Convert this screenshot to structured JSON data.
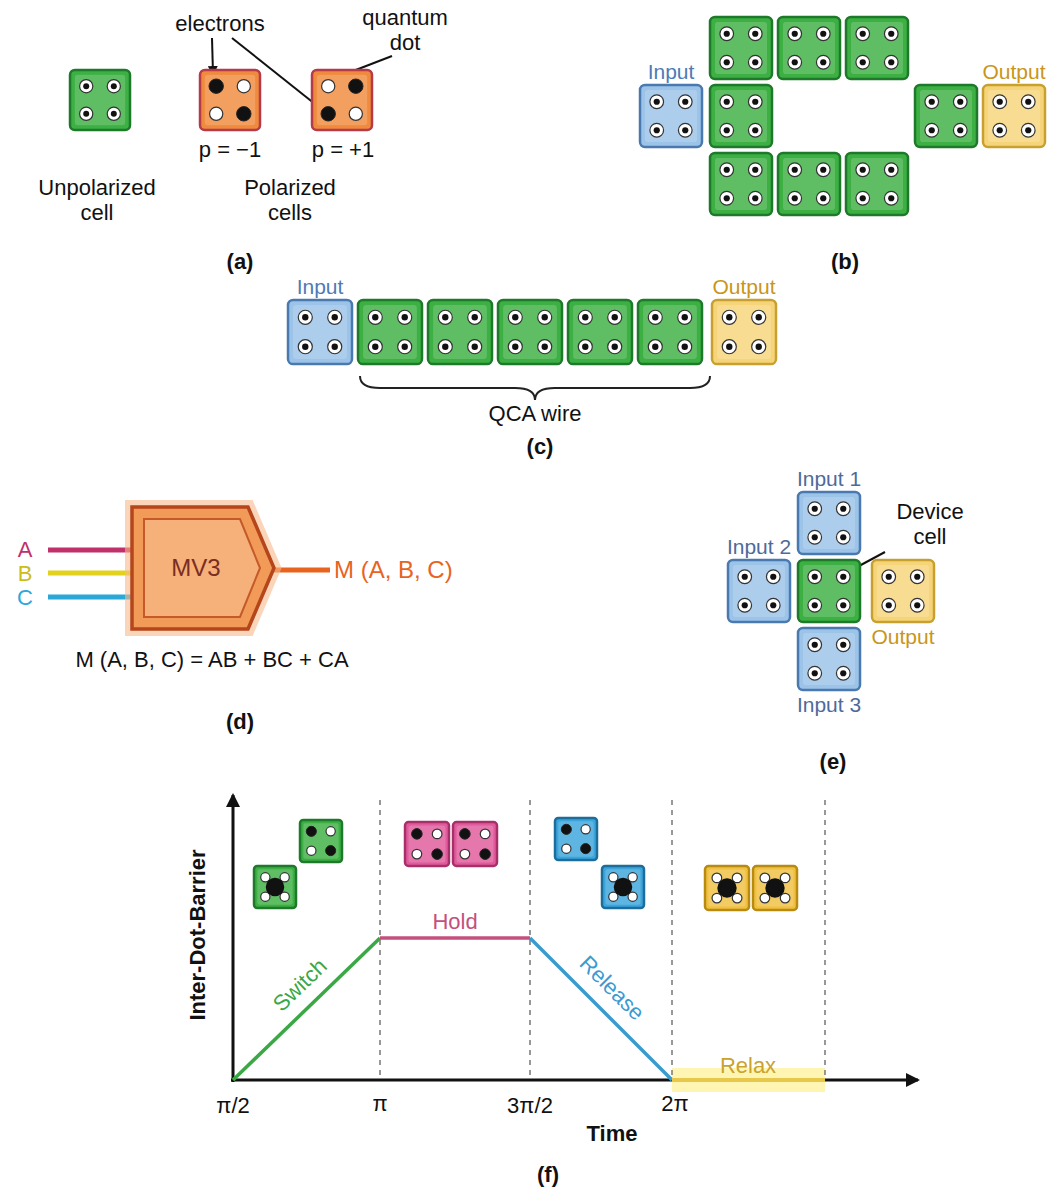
{
  "diagram": {
    "nodes": [
      {
        "text": [
          "Input"
        ]
      },
      {
        "text": [
          "Output"
        ]
      },
      {
        "text": [
          "Input"
        ]
      },
      {
        "text": [
          "Output"
        ]
      },
      {
        "text": [
          "MV3"
        ]
      },
      {
        "text": [
          "Input 1"
        ]
      },
      {
        "text": [
          "Input 2"
        ]
      },
      {
        "text": [
          "Output"
        ]
      },
      {
        "text": [
          "Input 3"
        ]
      }
    ],
    "labels": [
      "electrons",
      "quantum dot",
      "p = −1",
      "p = +1",
      "Unpolarized cell",
      "Polarized cells",
      "(a)",
      "(b)",
      "QCA wire",
      "(c)",
      "A",
      "B",
      "C",
      "M (A, B, C)",
      "M (A, B, C) = AB + BC + CA",
      "(d)",
      "Device cell",
      "(e)",
      "Inter-Dot-Barrier",
      "Switch",
      "Hold",
      "Release",
      "Relax",
      "π/2",
      "π",
      "3π/2",
      "2π",
      "Time",
      "(f)"
    ]
  }
}
